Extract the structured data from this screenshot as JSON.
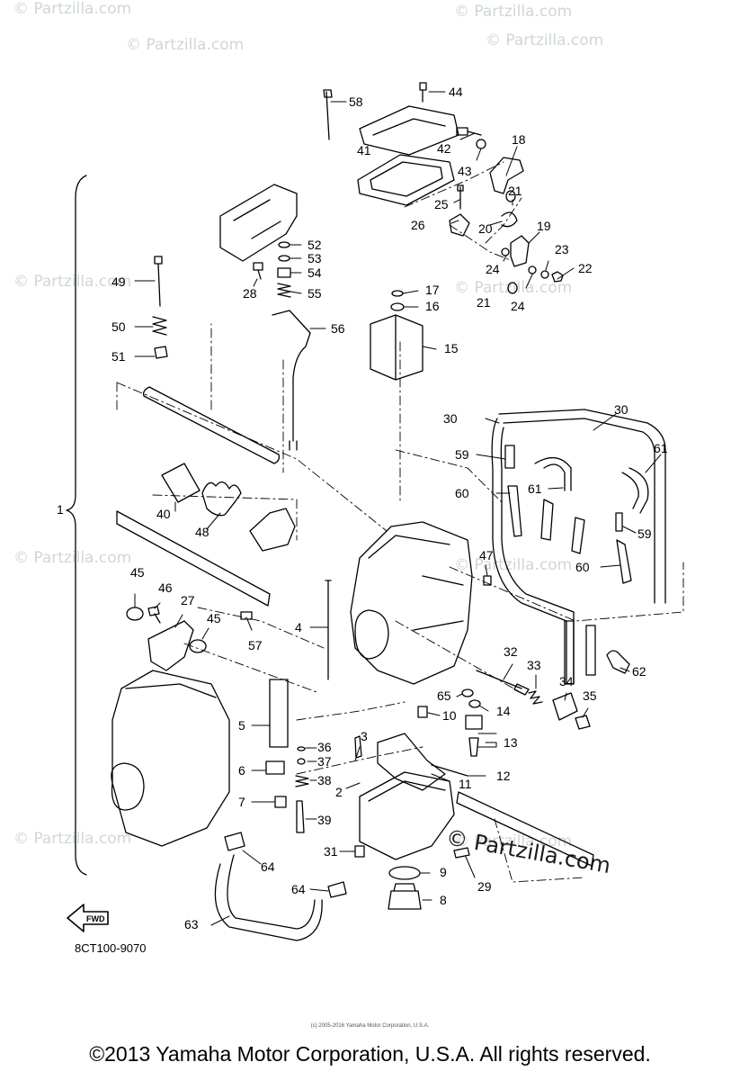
{
  "diagram": {
    "code": "8CT100-9070",
    "fwd_label": "FWD",
    "watermark": "© Partzilla.com",
    "watermark_big": "© Partzilla.com",
    "copyright_small": "(c) 2005-2016 Yamaha Motor Corporation, U.S.A.",
    "copyright": "©2013 Yamaha Motor Corporation, U.S.A. All rights reserved.",
    "labels": [
      "1",
      "2",
      "3",
      "4",
      "5",
      "6",
      "7",
      "8",
      "9",
      "10",
      "11",
      "12",
      "13",
      "14",
      "15",
      "16",
      "17",
      "18",
      "19",
      "20",
      "21",
      "21",
      "22",
      "23",
      "24",
      "24",
      "25",
      "26",
      "27",
      "28",
      "29",
      "30",
      "30",
      "31",
      "32",
      "33",
      "34",
      "35",
      "36",
      "37",
      "38",
      "39",
      "40",
      "41",
      "42",
      "43",
      "44",
      "45",
      "45",
      "46",
      "47",
      "48",
      "49",
      "50",
      "51",
      "52",
      "53",
      "54",
      "55",
      "56",
      "57",
      "58",
      "59",
      "59",
      "60",
      "60",
      "61",
      "61",
      "62",
      "63",
      "64",
      "64",
      "65"
    ]
  }
}
